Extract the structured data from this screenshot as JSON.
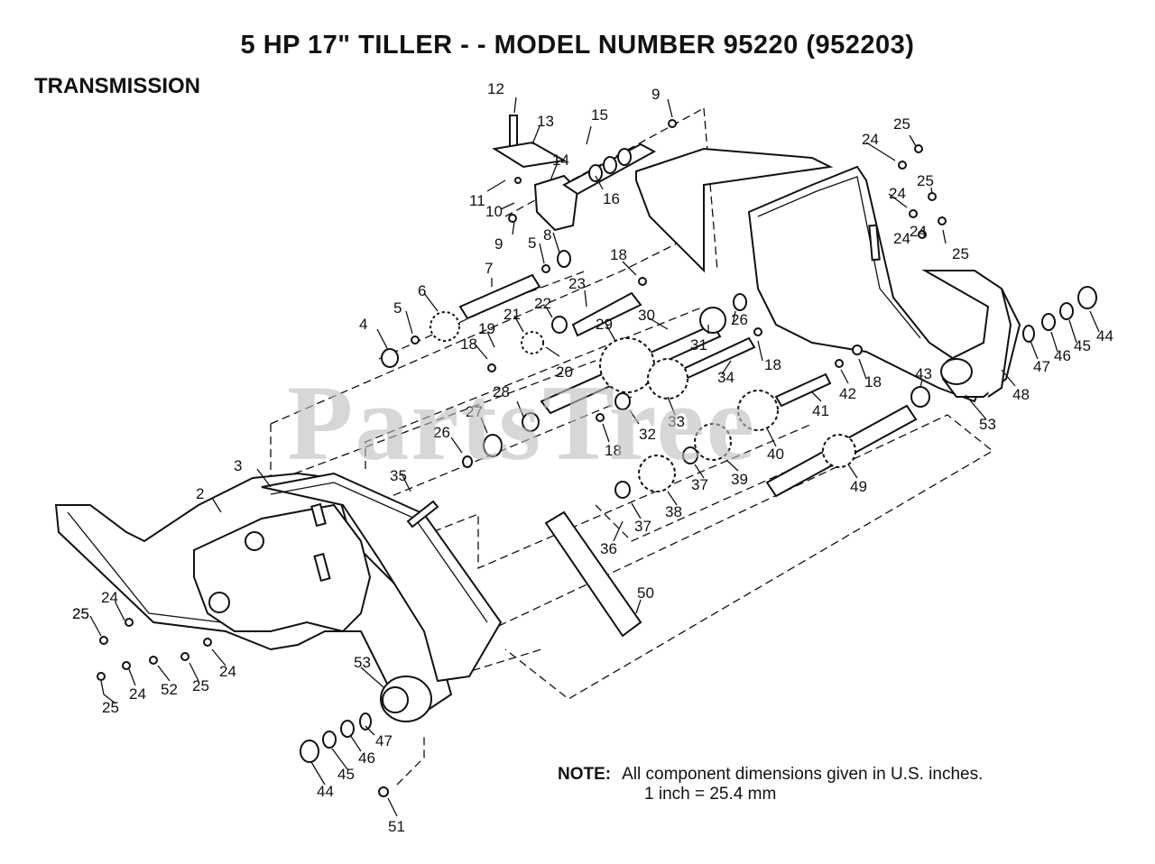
{
  "header": {
    "title": "5 HP 17\" TILLER - - MODEL NUMBER 95220 (952203)",
    "section": "TRANSMISSION"
  },
  "watermark": "PartsTree",
  "note": {
    "label": "NOTE:",
    "line1": "All component dimensions given in U.S. inches.",
    "line2": "1 inch = 25.4 mm"
  },
  "callouts": [
    {
      "label": "12"
    },
    {
      "label": "13"
    },
    {
      "label": "15"
    },
    {
      "label": "9"
    },
    {
      "label": "14"
    },
    {
      "label": "11"
    },
    {
      "label": "10"
    },
    {
      "label": "16"
    },
    {
      "label": "9"
    },
    {
      "label": "8"
    },
    {
      "label": "5"
    },
    {
      "label": "7"
    },
    {
      "label": "18"
    },
    {
      "label": "23"
    },
    {
      "label": "6"
    },
    {
      "label": "5"
    },
    {
      "label": "4"
    },
    {
      "label": "21"
    },
    {
      "label": "22"
    },
    {
      "label": "19"
    },
    {
      "label": "18"
    },
    {
      "label": "20"
    },
    {
      "label": "29"
    },
    {
      "label": "30"
    },
    {
      "label": "31"
    },
    {
      "label": "26"
    },
    {
      "label": "34"
    },
    {
      "label": "18"
    },
    {
      "label": "28"
    },
    {
      "label": "27"
    },
    {
      "label": "26"
    },
    {
      "label": "32"
    },
    {
      "label": "33"
    },
    {
      "label": "18"
    },
    {
      "label": "24"
    },
    {
      "label": "25"
    },
    {
      "label": "24"
    },
    {
      "label": "25"
    },
    {
      "label": "24"
    },
    {
      "label": "24"
    },
    {
      "label": "25"
    },
    {
      "label": "44"
    },
    {
      "label": "45"
    },
    {
      "label": "46"
    },
    {
      "label": "47"
    },
    {
      "label": "48"
    },
    {
      "label": "43"
    },
    {
      "label": "42"
    },
    {
      "label": "18"
    },
    {
      "label": "41"
    },
    {
      "label": "53"
    },
    {
      "label": "40"
    },
    {
      "label": "39"
    },
    {
      "label": "49"
    },
    {
      "label": "3"
    },
    {
      "label": "2"
    },
    {
      "label": "35"
    },
    {
      "label": "37"
    },
    {
      "label": "38"
    },
    {
      "label": "37"
    },
    {
      "label": "36"
    },
    {
      "label": "50"
    },
    {
      "label": "25"
    },
    {
      "label": "24"
    },
    {
      "label": "25"
    },
    {
      "label": "24"
    },
    {
      "label": "52"
    },
    {
      "label": "25"
    },
    {
      "label": "24"
    },
    {
      "label": "25"
    },
    {
      "label": "53"
    },
    {
      "label": "47"
    },
    {
      "label": "46"
    },
    {
      "label": "45"
    },
    {
      "label": "44"
    },
    {
      "label": "51"
    }
  ]
}
